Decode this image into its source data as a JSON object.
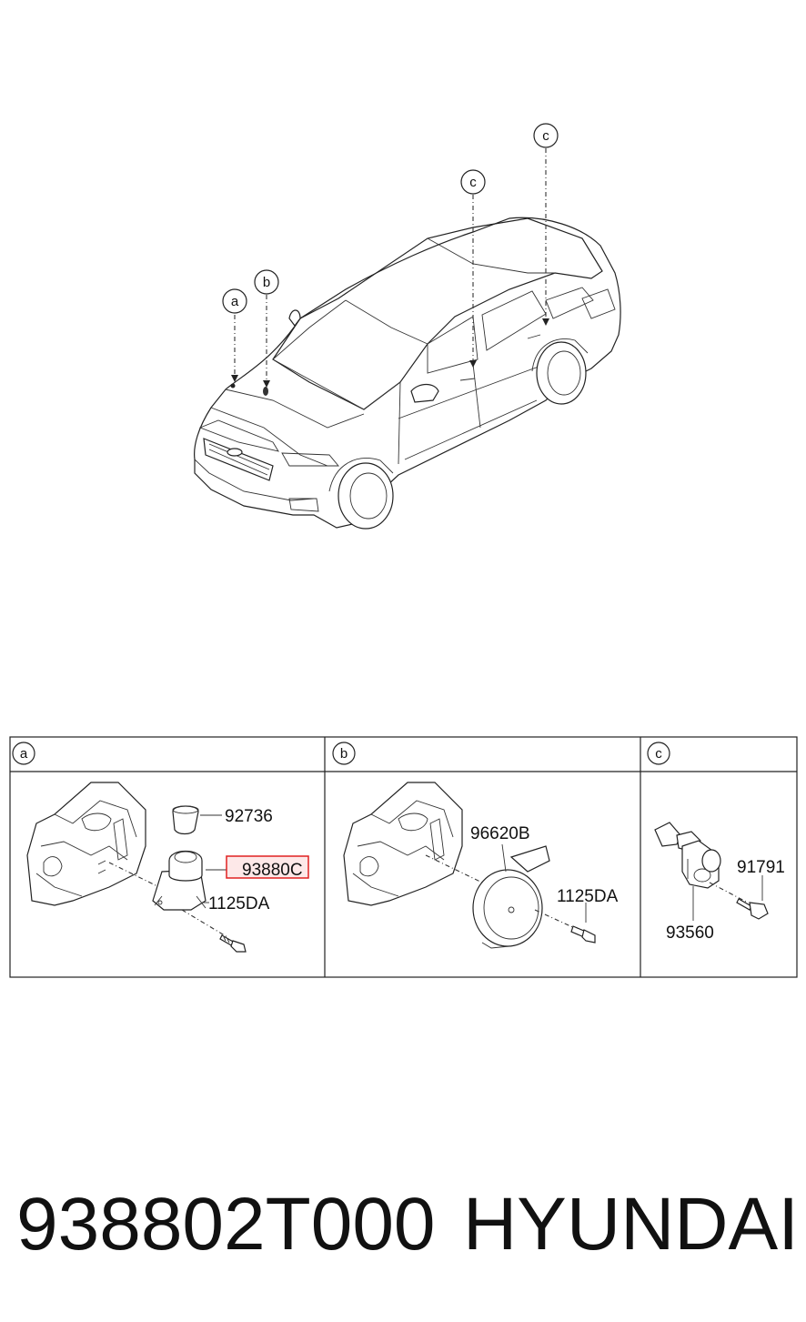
{
  "callouts": {
    "car_a": "a",
    "car_b": "b",
    "car_c1": "c",
    "car_c2": "c"
  },
  "table": {
    "panel_a": {
      "header": "a",
      "labels": {
        "p1": "92736",
        "p2": "93880C",
        "p3": "1125DA"
      }
    },
    "panel_b": {
      "header": "b",
      "labels": {
        "p1": "96620B",
        "p2": "1125DA"
      }
    },
    "panel_c": {
      "header": "c",
      "labels": {
        "p1": "91791",
        "p2": "93560"
      }
    }
  },
  "highlight_color": "#e02020",
  "footer": {
    "part_number": "938802T000",
    "brand": "HYUNDAI"
  }
}
